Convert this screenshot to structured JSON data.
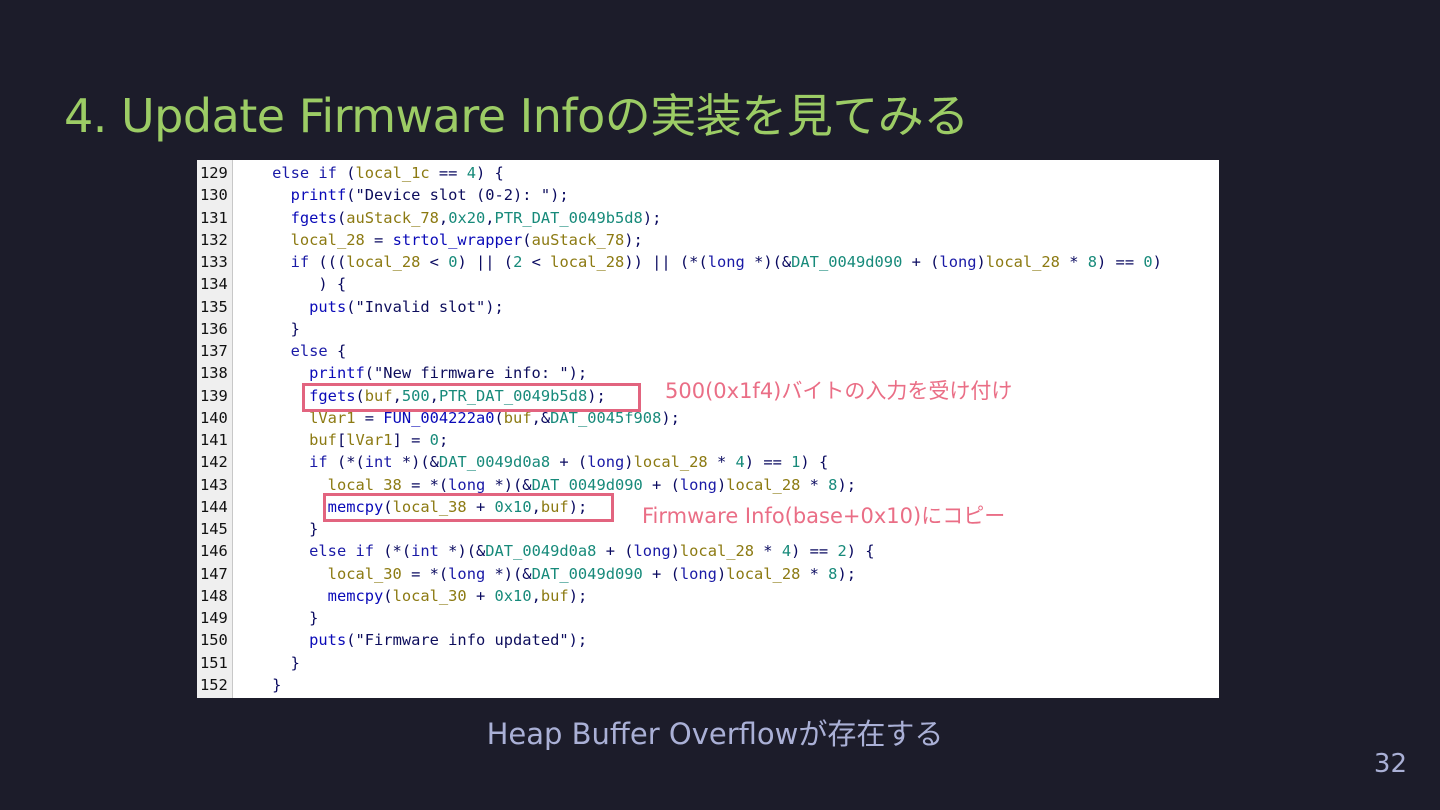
{
  "slide": {
    "title": "4. Update Firmware Infoの実装を見てみる",
    "caption": "Heap Buffer Overflowが存在する",
    "page_number": "32"
  },
  "annotations": [
    "500(0x1f4)バイトの入力を受け付け",
    "Firmware Info(base+0x10)にコピー"
  ],
  "colors": {
    "background": "#1c1c2a",
    "title": "#9ccc65",
    "highlight": "#e2647f",
    "caption": "#aab0d6"
  },
  "code": [
    {
      "n": "129",
      "t": [
        [
          "    ",
          ""
        ],
        [
          "else if",
          "k"
        ],
        [
          " (",
          ""
        ],
        [
          "local_1c",
          "v"
        ],
        [
          " == ",
          ""
        ],
        [
          "4",
          "n"
        ],
        [
          ") {",
          ""
        ]
      ]
    },
    {
      "n": "130",
      "t": [
        [
          "      ",
          ""
        ],
        [
          "printf",
          "f"
        ],
        [
          "(",
          ""
        ],
        [
          "\"Device slot (0-2): \"",
          "s"
        ],
        [
          ");",
          ""
        ]
      ]
    },
    {
      "n": "131",
      "t": [
        [
          "      ",
          ""
        ],
        [
          "fgets",
          "f"
        ],
        [
          "(",
          ""
        ],
        [
          "auStack_78",
          "v"
        ],
        [
          ",",
          ""
        ],
        [
          "0x20",
          "n"
        ],
        [
          ",",
          ""
        ],
        [
          "PTR_DAT_0049b5d8",
          "n"
        ],
        [
          ");",
          ""
        ]
      ]
    },
    {
      "n": "132",
      "t": [
        [
          "      ",
          ""
        ],
        [
          "local_28",
          "v"
        ],
        [
          " = ",
          ""
        ],
        [
          "strtol_wrapper",
          "f"
        ],
        [
          "(",
          ""
        ],
        [
          "auStack_78",
          "v"
        ],
        [
          ");",
          ""
        ]
      ]
    },
    {
      "n": "133",
      "t": [
        [
          "      ",
          ""
        ],
        [
          "if",
          "k"
        ],
        [
          " (((",
          ""
        ],
        [
          "local_28",
          "v"
        ],
        [
          " < ",
          ""
        ],
        [
          "0",
          "n"
        ],
        [
          ") || (",
          ""
        ],
        [
          "2",
          "n"
        ],
        [
          " < ",
          ""
        ],
        [
          "local_28",
          "v"
        ],
        [
          ")) || (*(",
          ""
        ],
        [
          "long",
          "k"
        ],
        [
          " *)(&",
          ""
        ],
        [
          "DAT_0049d090",
          "n"
        ],
        [
          " + (",
          ""
        ],
        [
          "long",
          "k"
        ],
        [
          ")",
          ""
        ],
        [
          "local_28",
          "v"
        ],
        [
          " * ",
          ""
        ],
        [
          "8",
          "n"
        ],
        [
          ") == ",
          ""
        ],
        [
          "0",
          "n"
        ],
        [
          ")",
          ""
        ]
      ]
    },
    {
      "n": "134",
      "t": [
        [
          "         ) {",
          ""
        ]
      ]
    },
    {
      "n": "135",
      "t": [
        [
          "        ",
          ""
        ],
        [
          "puts",
          "f"
        ],
        [
          "(",
          ""
        ],
        [
          "\"Invalid slot\"",
          "s"
        ],
        [
          ");",
          ""
        ]
      ]
    },
    {
      "n": "136",
      "t": [
        [
          "      }",
          ""
        ]
      ]
    },
    {
      "n": "137",
      "t": [
        [
          "      ",
          ""
        ],
        [
          "else",
          "k"
        ],
        [
          " {",
          ""
        ]
      ]
    },
    {
      "n": "138",
      "t": [
        [
          "        ",
          ""
        ],
        [
          "printf",
          "f"
        ],
        [
          "(",
          ""
        ],
        [
          "\"New firmware info: \"",
          "s"
        ],
        [
          ");",
          ""
        ]
      ]
    },
    {
      "n": "139",
      "t": [
        [
          "        ",
          ""
        ],
        [
          "fgets",
          "f"
        ],
        [
          "(",
          ""
        ],
        [
          "buf",
          "v"
        ],
        [
          ",",
          ""
        ],
        [
          "500",
          "n"
        ],
        [
          ",",
          ""
        ],
        [
          "PTR_DAT_0049b5d8",
          "n"
        ],
        [
          ");",
          ""
        ]
      ]
    },
    {
      "n": "140",
      "t": [
        [
          "        ",
          ""
        ],
        [
          "lVar1",
          "v"
        ],
        [
          " = ",
          ""
        ],
        [
          "FUN_004222a0",
          "f"
        ],
        [
          "(",
          ""
        ],
        [
          "buf",
          "v"
        ],
        [
          ",&",
          ""
        ],
        [
          "DAT_0045f908",
          "n"
        ],
        [
          ");",
          ""
        ]
      ]
    },
    {
      "n": "141",
      "t": [
        [
          "        ",
          ""
        ],
        [
          "buf",
          "v"
        ],
        [
          "[",
          ""
        ],
        [
          "lVar1",
          "v"
        ],
        [
          "] = ",
          ""
        ],
        [
          "0",
          "n"
        ],
        [
          ";",
          ""
        ]
      ]
    },
    {
      "n": "142",
      "t": [
        [
          "        ",
          ""
        ],
        [
          "if",
          "k"
        ],
        [
          " (*(",
          ""
        ],
        [
          "int",
          "k"
        ],
        [
          " *)(&",
          ""
        ],
        [
          "DAT_0049d0a8",
          "n"
        ],
        [
          " + (",
          ""
        ],
        [
          "long",
          "k"
        ],
        [
          ")",
          ""
        ],
        [
          "local_28",
          "v"
        ],
        [
          " * ",
          ""
        ],
        [
          "4",
          "n"
        ],
        [
          ") == ",
          ""
        ],
        [
          "1",
          "n"
        ],
        [
          ") {",
          ""
        ]
      ]
    },
    {
      "n": "143",
      "t": [
        [
          "          ",
          ""
        ],
        [
          "local_38",
          "v"
        ],
        [
          " = *(",
          ""
        ],
        [
          "long",
          "k"
        ],
        [
          " *)(&",
          ""
        ],
        [
          "DAT_0049d090",
          "n"
        ],
        [
          " + (",
          ""
        ],
        [
          "long",
          "k"
        ],
        [
          ")",
          ""
        ],
        [
          "local_28",
          "v"
        ],
        [
          " * ",
          ""
        ],
        [
          "8",
          "n"
        ],
        [
          ");",
          ""
        ]
      ]
    },
    {
      "n": "144",
      "t": [
        [
          "          ",
          ""
        ],
        [
          "memcpy",
          "f"
        ],
        [
          "(",
          ""
        ],
        [
          "local_38",
          "v"
        ],
        [
          " + ",
          ""
        ],
        [
          "0x10",
          "n"
        ],
        [
          ",",
          ""
        ],
        [
          "buf",
          "v"
        ],
        [
          ");",
          ""
        ]
      ]
    },
    {
      "n": "145",
      "t": [
        [
          "        }",
          ""
        ]
      ]
    },
    {
      "n": "146",
      "t": [
        [
          "        ",
          ""
        ],
        [
          "else if",
          "k"
        ],
        [
          " (*(",
          ""
        ],
        [
          "int",
          "k"
        ],
        [
          " *)(&",
          ""
        ],
        [
          "DAT_0049d0a8",
          "n"
        ],
        [
          " + (",
          ""
        ],
        [
          "long",
          "k"
        ],
        [
          ")",
          ""
        ],
        [
          "local_28",
          "v"
        ],
        [
          " * ",
          ""
        ],
        [
          "4",
          "n"
        ],
        [
          ") == ",
          ""
        ],
        [
          "2",
          "n"
        ],
        [
          ") {",
          ""
        ]
      ]
    },
    {
      "n": "147",
      "t": [
        [
          "          ",
          ""
        ],
        [
          "local_30",
          "v"
        ],
        [
          " = *(",
          ""
        ],
        [
          "long",
          "k"
        ],
        [
          " *)(&",
          ""
        ],
        [
          "DAT_0049d090",
          "n"
        ],
        [
          " + (",
          ""
        ],
        [
          "long",
          "k"
        ],
        [
          ")",
          ""
        ],
        [
          "local_28",
          "v"
        ],
        [
          " * ",
          ""
        ],
        [
          "8",
          "n"
        ],
        [
          ");",
          ""
        ]
      ]
    },
    {
      "n": "148",
      "t": [
        [
          "          ",
          ""
        ],
        [
          "memcpy",
          "f"
        ],
        [
          "(",
          ""
        ],
        [
          "local_30",
          "v"
        ],
        [
          " + ",
          ""
        ],
        [
          "0x10",
          "n"
        ],
        [
          ",",
          ""
        ],
        [
          "buf",
          "v"
        ],
        [
          ");",
          ""
        ]
      ]
    },
    {
      "n": "149",
      "t": [
        [
          "        }",
          ""
        ]
      ]
    },
    {
      "n": "150",
      "t": [
        [
          "        ",
          ""
        ],
        [
          "puts",
          "f"
        ],
        [
          "(",
          ""
        ],
        [
          "\"Firmware info updated\"",
          "s"
        ],
        [
          ");",
          ""
        ]
      ]
    },
    {
      "n": "151",
      "t": [
        [
          "      }",
          ""
        ]
      ]
    },
    {
      "n": "152",
      "t": [
        [
          "    }",
          ""
        ]
      ]
    }
  ]
}
